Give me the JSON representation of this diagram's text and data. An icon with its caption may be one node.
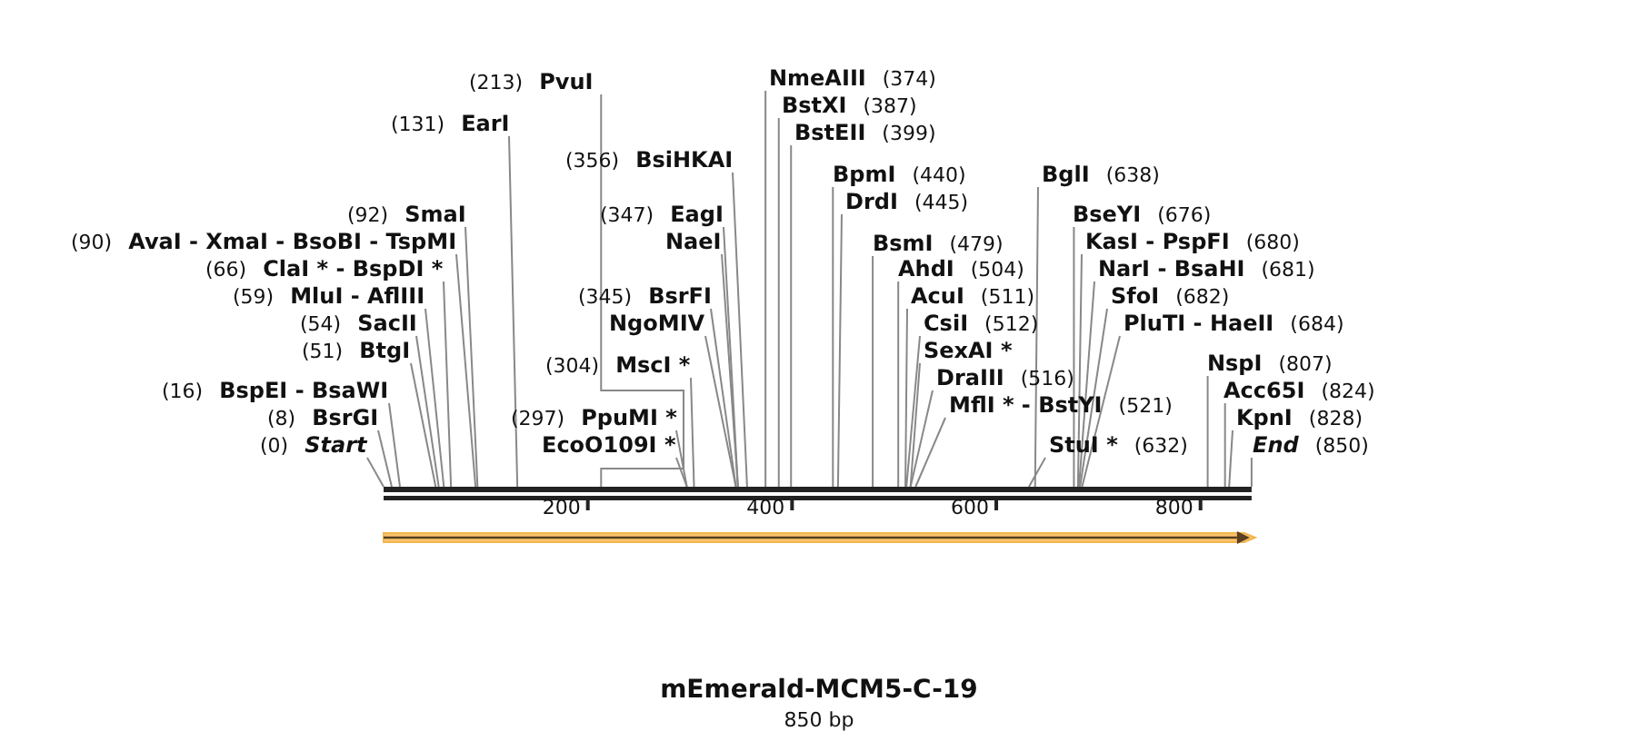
{
  "diagram": {
    "title": "mEmerald-MCM5-C-19",
    "caption": "850 bp",
    "nodes": [
      {
        "text": [
          "(213)",
          "PvuI"
        ]
      },
      {
        "text": [
          "(131)",
          "EarI"
        ]
      },
      {
        "text": [
          "(356)",
          "BsiHKAI"
        ]
      },
      {
        "text": [
          "(92)",
          "SmaI"
        ]
      },
      {
        "text": [
          "(90)",
          "AvaI - XmaI - BsoBI - TspMI"
        ]
      },
      {
        "text": [
          "(347)",
          "EagI"
        ]
      },
      {
        "text": [
          "NaeI"
        ]
      },
      {
        "text": [
          "(66)",
          "ClaI * - BspDI *"
        ]
      },
      {
        "text": [
          "(59)",
          "MluI - AflIII"
        ]
      },
      {
        "text": [
          "(345)",
          "BsrFI"
        ]
      },
      {
        "text": [
          "(54)",
          "SacII"
        ]
      },
      {
        "text": [
          "NgoMIV"
        ]
      },
      {
        "text": [
          "(51)",
          "BtgI"
        ]
      },
      {
        "text": [
          "(304)",
          "MscI *"
        ]
      },
      {
        "text": [
          "(16)",
          "BspEI - BsaWI"
        ]
      },
      {
        "text": [
          "(8)",
          "BsrGI"
        ]
      },
      {
        "text": [
          "(297)",
          "PpuMI *"
        ]
      },
      {
        "text": [
          "(0)",
          "Start"
        ]
      },
      {
        "text": [
          "EcoO109I *"
        ]
      },
      {
        "text": [
          "NmeAIII",
          "(374)"
        ]
      },
      {
        "text": [
          "BstXI",
          "(387)"
        ]
      },
      {
        "text": [
          "BstEII",
          "(399)"
        ]
      },
      {
        "text": [
          "BpmI",
          "(440)"
        ]
      },
      {
        "text": [
          "DrdI",
          "(445)"
        ]
      },
      {
        "text": [
          "BsmI",
          "(479)"
        ]
      },
      {
        "text": [
          "AhdI",
          "(504)"
        ]
      },
      {
        "text": [
          "AcuI",
          "(511)"
        ]
      },
      {
        "text": [
          "CsiI",
          "(512)"
        ]
      },
      {
        "text": [
          "SexAI *"
        ]
      },
      {
        "text": [
          "DraIII",
          "(516)"
        ]
      },
      {
        "text": [
          "MflI * - BstYI",
          "(521)"
        ]
      },
      {
        "text": [
          "BglI",
          "(638)"
        ]
      },
      {
        "text": [
          "StuI *",
          "(632)"
        ]
      },
      {
        "text": [
          "BseYI",
          "(676)"
        ]
      },
      {
        "text": [
          "KasI - PspFI",
          "(680)"
        ]
      },
      {
        "text": [
          "NarI - BsaHI",
          "(681)"
        ]
      },
      {
        "text": [
          "SfoI",
          "(682)"
        ]
      },
      {
        "text": [
          "PluTI - HaeII",
          "(684)"
        ]
      },
      {
        "text": [
          "NspI",
          "(807)"
        ]
      },
      {
        "text": [
          "Acc65I",
          "(824)"
        ]
      },
      {
        "text": [
          "KpnI",
          "(828)"
        ]
      },
      {
        "text": [
          "End",
          "(850)"
        ]
      },
      {
        "text": [],
        "shape": "bar"
      }
    ],
    "edges": [
      {
        "from": 0,
        "to": 42,
        "arrow": "none"
      },
      {
        "from": 1,
        "to": 42,
        "arrow": "none"
      },
      {
        "from": 2,
        "to": 42,
        "arrow": "none"
      },
      {
        "from": 3,
        "to": 42,
        "arrow": "none"
      },
      {
        "from": 4,
        "to": 42,
        "arrow": "none"
      },
      {
        "from": 5,
        "to": 42,
        "arrow": "none"
      },
      {
        "from": 6,
        "to": 42,
        "arrow": "none"
      },
      {
        "from": 7,
        "to": 42,
        "arrow": "none"
      },
      {
        "from": 8,
        "to": 42,
        "arrow": "none"
      },
      {
        "from": 9,
        "to": 42,
        "arrow": "none"
      },
      {
        "from": 10,
        "to": 42,
        "arrow": "none"
      },
      {
        "from": 11,
        "to": 42,
        "arrow": "none"
      },
      {
        "from": 12,
        "to": 42,
        "arrow": "none"
      },
      {
        "from": 13,
        "to": 42,
        "arrow": "none"
      },
      {
        "from": 14,
        "to": 42,
        "arrow": "none"
      },
      {
        "from": 15,
        "to": 42,
        "arrow": "none"
      },
      {
        "from": 16,
        "to": 42,
        "arrow": "none"
      },
      {
        "from": 17,
        "to": 42,
        "arrow": "none"
      },
      {
        "from": 18,
        "to": 42,
        "arrow": "none"
      },
      {
        "from": 19,
        "to": 42,
        "arrow": "none"
      },
      {
        "from": 20,
        "to": 42,
        "arrow": "none"
      },
      {
        "from": 21,
        "to": 42,
        "arrow": "none"
      },
      {
        "from": 22,
        "to": 42,
        "arrow": "none"
      },
      {
        "from": 23,
        "to": 42,
        "arrow": "none"
      },
      {
        "from": 24,
        "to": 42,
        "arrow": "none"
      },
      {
        "from": 25,
        "to": 42,
        "arrow": "none"
      },
      {
        "from": 26,
        "to": 42,
        "arrow": "none"
      },
      {
        "from": 27,
        "to": 42,
        "arrow": "none"
      },
      {
        "from": 28,
        "to": 42,
        "arrow": "none"
      },
      {
        "from": 29,
        "to": 42,
        "arrow": "none"
      },
      {
        "from": 30,
        "to": 42,
        "arrow": "none"
      },
      {
        "from": 31,
        "to": 42,
        "arrow": "none"
      },
      {
        "from": 32,
        "to": 42,
        "arrow": "none"
      },
      {
        "from": 33,
        "to": 42,
        "arrow": "none"
      },
      {
        "from": 34,
        "to": 42,
        "arrow": "none"
      },
      {
        "from": 35,
        "to": 42,
        "arrow": "none"
      },
      {
        "from": 36,
        "to": 42,
        "arrow": "none"
      },
      {
        "from": 37,
        "to": 42,
        "arrow": "none"
      },
      {
        "from": 38,
        "to": 42,
        "arrow": "none"
      },
      {
        "from": 39,
        "to": 42,
        "arrow": "none"
      },
      {
        "from": 40,
        "to": 42,
        "arrow": "none"
      },
      {
        "from": 41,
        "to": 42,
        "arrow": "none"
      }
    ],
    "labels": [
      "200",
      "400",
      "600",
      "800"
    ]
  }
}
